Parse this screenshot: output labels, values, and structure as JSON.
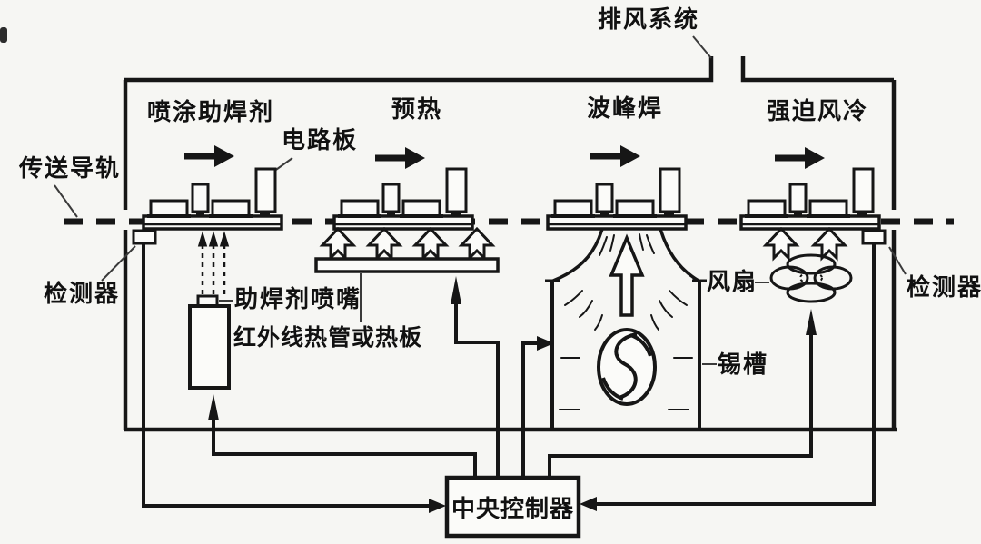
{
  "diagram": {
    "type": "wave-soldering-machine-schematic",
    "labels": {
      "exhaust_system": "排风系统",
      "conveyor_rail": "传送导轨",
      "circuit_board": "电路板",
      "detector_left": "检测器",
      "detector_right": "检测器",
      "flux_nozzle": "助焊剂喷嘴",
      "ir_heater": "红外线热管或热板",
      "fan": "风扇",
      "solder_pot": "锡槽",
      "central_controller": "中央控制器"
    },
    "stations": [
      {
        "name": "喷涂助焊剂"
      },
      {
        "name": "预热"
      },
      {
        "name": "波峰焊"
      },
      {
        "name": "强迫风冷"
      }
    ],
    "icons": {
      "direction_arrow": "solid-right-arrow",
      "flux_spray": "dashed-up-arrows",
      "heat_flow": "hollow-up-arrow",
      "solder_wave": "fountain-curve-with-hollow-up-arrow",
      "pump": "impeller-swirl",
      "fan": "four-blade-fan",
      "control_line": "arrowed-polyline"
    }
  },
  "colors": {
    "line": "#161616",
    "background": "#f6f6f3",
    "text": "#111111",
    "fill": "#fbfbf9"
  }
}
